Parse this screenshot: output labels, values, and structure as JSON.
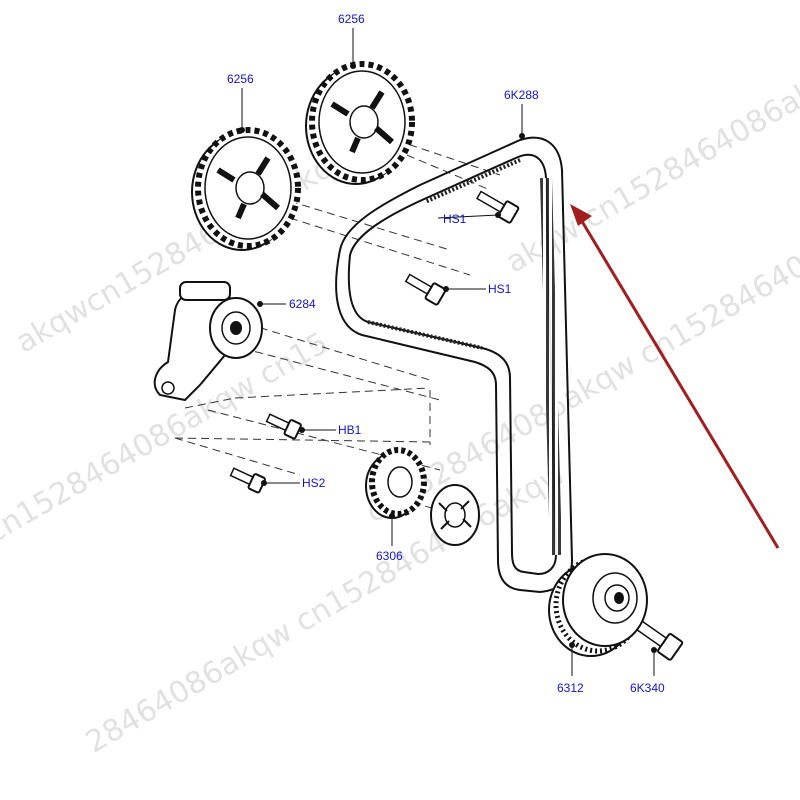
{
  "labels": {
    "camshaft_gear_right": "6256",
    "camshaft_gear_left": "6256",
    "timing_belt": "6K288",
    "tensioner": "6284",
    "bolt_hs1_upper": "HS1",
    "bolt_hs1_lower": "HS1",
    "bolt_hb1": "HB1",
    "bolt_hs2": "HS2",
    "crank_sprocket": "6306",
    "idler_pulley": "6312",
    "idler_bolt": "6K340"
  },
  "watermark": {
    "text": "cn1528464086akqw",
    "lines": [
      "akqwcn1528464086akqw",
      "cn1528464086akqw cn15",
      "28464086akqw cn1528464086akqw",
      "cn1528464086akqw cn1528464086akqw",
      "akqw cn1528464086akqw cn15"
    ]
  },
  "colors": {
    "label_blue": "#1414c8",
    "line": "#1a1a1a",
    "arrow": "#a01e1e",
    "watermark": "#c9c9c9"
  }
}
